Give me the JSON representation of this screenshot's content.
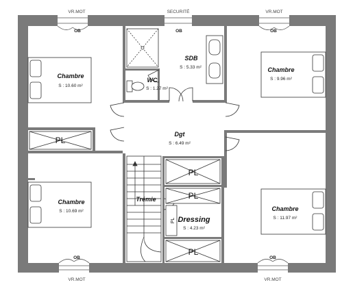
{
  "labels": {
    "vr_mot_top_left": "VR.MOT",
    "securite": "SECURITÉ",
    "vr_mot_top_right": "VR.MOT",
    "vr_mot_bottom_left": "VR.MOT",
    "vr_mot_bottom_right": "VR.MOT"
  },
  "rooms": {
    "chambre_top_left": {
      "name": "Chambre",
      "area": "S : 10.60 m²"
    },
    "sdb": {
      "name": "SDB",
      "area": "S : 5.33 m²"
    },
    "wc": {
      "name": "WC",
      "area": "S : 1.27 m²"
    },
    "chambre_top_right": {
      "name": "Chambre",
      "area": "S : 9.96 m²"
    },
    "dgt": {
      "name": "Dgt",
      "area": "S : 6.49 m²"
    },
    "chambre_bottom_left": {
      "name": "Chambre",
      "area": "S : 10.69 m²"
    },
    "tremie": {
      "name": "Trémie"
    },
    "dressing": {
      "name": "Dressing",
      "area": "S : 4.23 m²"
    },
    "chambre_bottom_right": {
      "name": "Chambre",
      "area": "S : 11.97 m²"
    }
  },
  "closets": {
    "pl_left": "PL",
    "pl_center_1": "PL",
    "pl_center_2": "PL",
    "pl_center_3": "PL",
    "pl_dressing_side": "PL"
  },
  "windows": {
    "ob_top_left": "OB",
    "ob_top_center": "OB",
    "ob_top_right": "OB",
    "ob_bottom_left": "OB",
    "ob_bottom_right": "OB"
  }
}
